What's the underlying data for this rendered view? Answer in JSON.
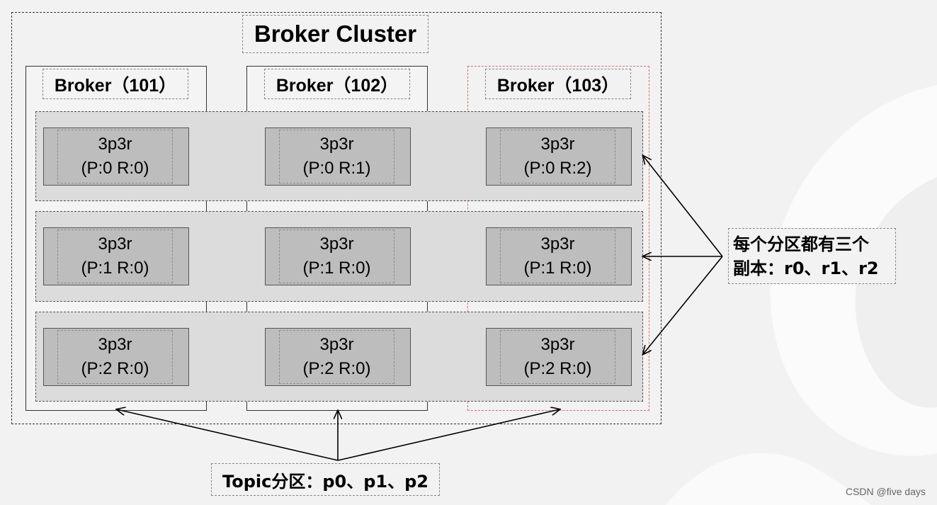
{
  "title": "Broker Cluster",
  "brokers": [
    {
      "label": "Broker（101）"
    },
    {
      "label": "Broker（102）"
    },
    {
      "label": "Broker（103）"
    }
  ],
  "replicas": [
    [
      {
        "name": "3p3r",
        "id": "(P:0 R:0)"
      },
      {
        "name": "3p3r",
        "id": "(P:0 R:1)"
      },
      {
        "name": "3p3r",
        "id": "(P:0 R:2)"
      }
    ],
    [
      {
        "name": "3p3r",
        "id": "(P:1 R:0)"
      },
      {
        "name": "3p3r",
        "id": "(P:1 R:0)"
      },
      {
        "name": "3p3r",
        "id": "(P:1 R:0)"
      }
    ],
    [
      {
        "name": "3p3r",
        "id": "(P:2 R:0)"
      },
      {
        "name": "3p3r",
        "id": "(P:2 R:0)"
      },
      {
        "name": "3p3r",
        "id": "(P:2 R:0)"
      }
    ]
  ],
  "replica_note": {
    "line1": "每个分区都有三个",
    "line2": "副本：r0、r1、r2"
  },
  "topic_note": "Topic分区：p0、p1、p2",
  "watermark": "CSDN @five days",
  "colors": {
    "background": "#f2f2f2",
    "row_fill": "#dcdcdc",
    "cell_fill": "#bdbdbd",
    "broker_103_border": "#e06b6b"
  }
}
